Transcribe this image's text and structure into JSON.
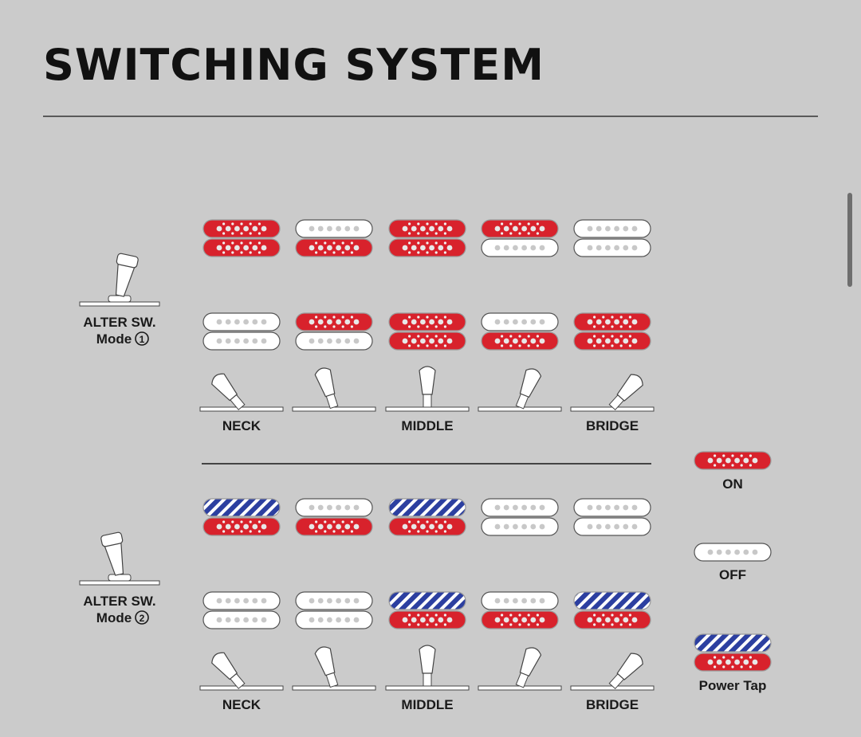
{
  "title": "SWITCHING SYSTEM",
  "colors": {
    "on": "#d8222c",
    "off": "#ffffff",
    "tap": "#2c3fa0",
    "background": "#cbcbcb"
  },
  "positions": [
    "NECK",
    "",
    "MIDDLE",
    "",
    "BRIDGE"
  ],
  "legend": {
    "on": "ON",
    "off": "OFF",
    "tap": "Power Tap"
  },
  "sections": [
    {
      "label_line1": "ALTER SW.",
      "label_line2": "Mode",
      "mode_number": "1",
      "switch_state": "up",
      "neck_pickup": [
        [
          "on",
          "on"
        ],
        [
          "off",
          "on"
        ],
        [
          "on",
          "on"
        ],
        [
          "on",
          "off"
        ],
        [
          "off",
          "off"
        ]
      ],
      "bridge_pickup": [
        [
          "off",
          "off"
        ],
        [
          "on",
          "off"
        ],
        [
          "on",
          "on"
        ],
        [
          "off",
          "on"
        ],
        [
          "on",
          "on"
        ]
      ]
    },
    {
      "label_line1": "ALTER SW.",
      "label_line2": "Mode",
      "mode_number": "2",
      "switch_state": "down",
      "neck_pickup": [
        [
          "tap",
          "on"
        ],
        [
          "off",
          "on"
        ],
        [
          "tap",
          "on"
        ],
        [
          "off",
          "off"
        ],
        [
          "off",
          "off"
        ]
      ],
      "bridge_pickup": [
        [
          "off",
          "off"
        ],
        [
          "off",
          "off"
        ],
        [
          "tap",
          "on"
        ],
        [
          "off",
          "on"
        ],
        [
          "tap",
          "on"
        ]
      ]
    }
  ]
}
